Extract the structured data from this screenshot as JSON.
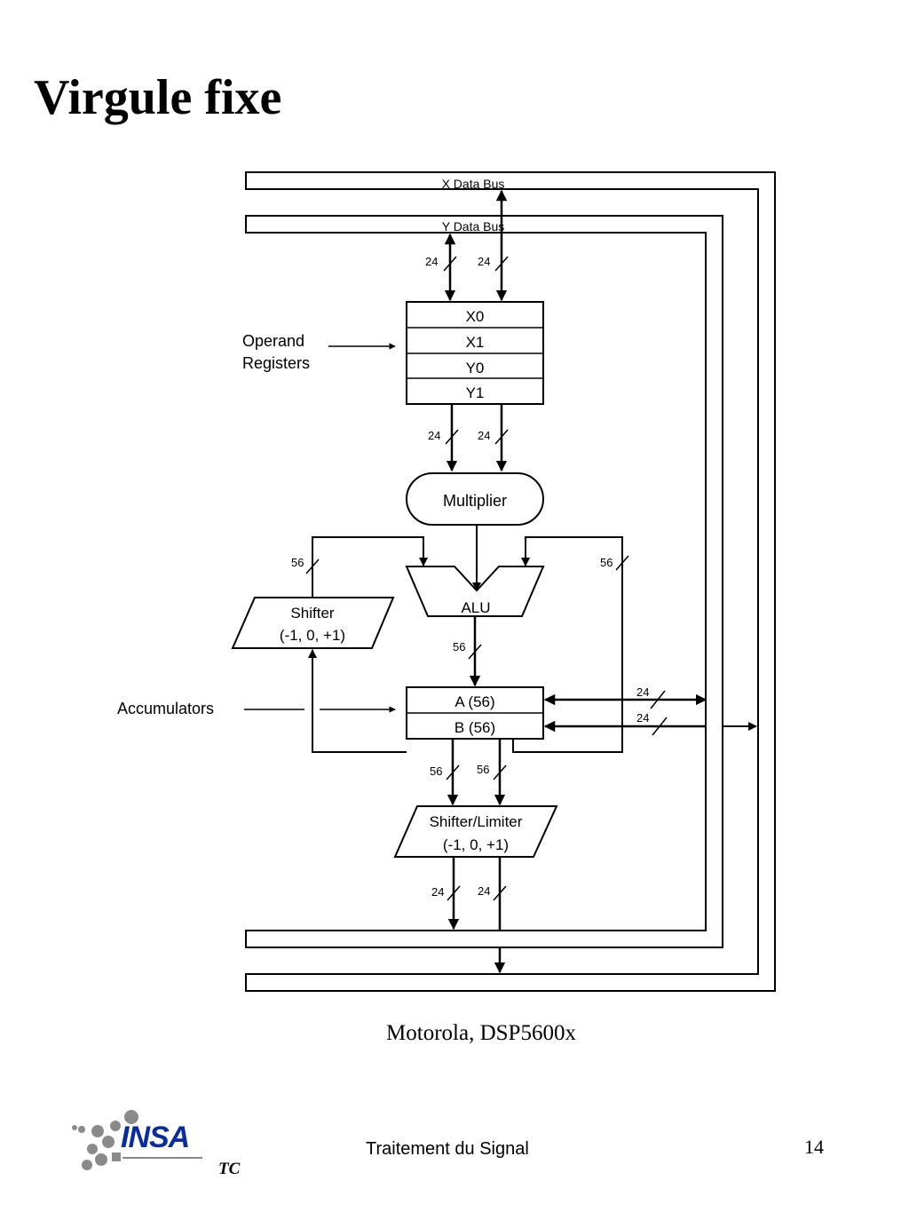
{
  "slide": {
    "title": "Virgule fixe",
    "caption": "Motorola, DSP5600x",
    "footer": "Traitement du Signal",
    "page_number": "14"
  },
  "logo": {
    "text": "INSA",
    "sub": "TC",
    "color": "#0a2d9e"
  },
  "diagram": {
    "buses": {
      "x": "X Data Bus",
      "y": "Y Data Bus"
    },
    "registers": [
      "X0",
      "X1",
      "Y0",
      "Y1"
    ],
    "operand_label_1": "Operand",
    "operand_label_2": "Registers",
    "multiplier": "Multiplier",
    "alu": "ALU",
    "shifter_1": "Shifter",
    "shifter_2": "(-1, 0, +1)",
    "accumulators_label": "Accumulators",
    "acc_a": "A (56)",
    "acc_b": "B (56)",
    "limiter_1": "Shifter/Limiter",
    "limiter_2": "(-1, 0, +1)",
    "widths": {
      "bus_in_left": "24",
      "bus_in_right": "24",
      "reg_out_left": "24",
      "reg_out_right": "24",
      "feedback_left": "56",
      "feedback_right": "56",
      "alu_out": "56",
      "acc_bus_a": "24",
      "acc_bus_b": "24",
      "acc_out_left": "56",
      "acc_out_right": "56",
      "limiter_out_left": "24",
      "limiter_out_right": "24"
    }
  }
}
